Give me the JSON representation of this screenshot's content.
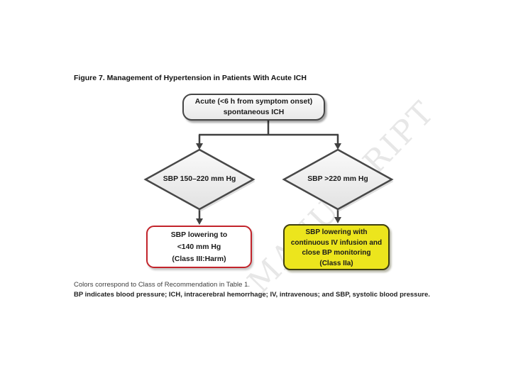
{
  "figure": {
    "title": "Figure 7. Management of Hypertension in Patients With Acute ICH"
  },
  "flowchart": {
    "start_box": {
      "lines": [
        "Acute (<6 h from symptom onset)",
        "spontaneous ICH"
      ]
    },
    "left_diamond": {
      "label": "SBP 150–220 mm Hg"
    },
    "right_diamond": {
      "label": "SBP >220 mm Hg"
    },
    "harm_box": {
      "lines": [
        "SBP lowering to",
        "<140 mm Hg",
        "(Class III:Harm)"
      ]
    },
    "infusion_box": {
      "lines": [
        "SBP lowering with",
        "continuous IV infusion and",
        "close BP monitoring",
        "(Class IIa)"
      ]
    }
  },
  "footnotes": {
    "line1": "Colors correspond to Class of Recommendation in Table 1.",
    "line2": "BP indicates blood pressure; ICH, intracerebral hemorrhage; IV, intravenous; and SBP, systolic blood pressure."
  },
  "watermark": {
    "text": "MANUSCRIPT"
  },
  "colors": {
    "harm_border_red": "#c2242b",
    "infusion_fill_yellow": "#ece51d",
    "line_gray": "#404040",
    "diamond_fill": "#ebebeb",
    "watermark_gray": "#e7e7e7"
  }
}
